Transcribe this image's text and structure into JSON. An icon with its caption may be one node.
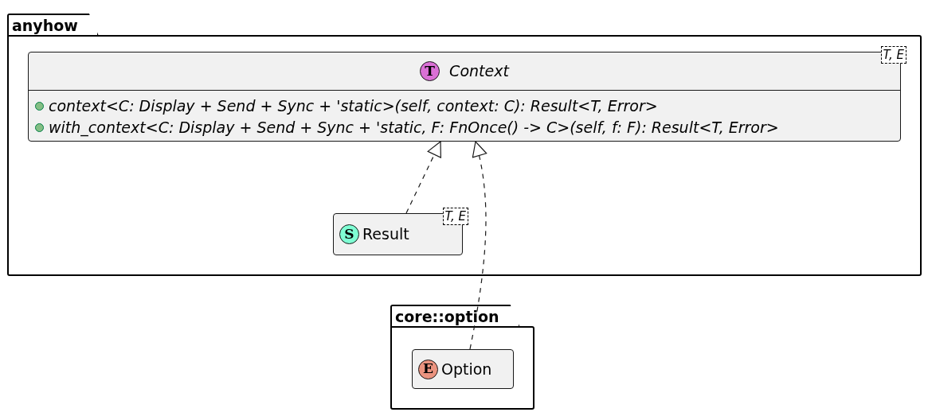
{
  "diagram": {
    "nodes": [
      {
        "text": [
          "anyhow"
        ]
      },
      {
        "text": [
          "T",
          "Context",
          "T, E",
          "context<C: Display + Send + Sync + 'static>(self, context: C): Result<T, Error>",
          "with_context<C: Display + Send + Sync + 'static, F: FnOnce() -> C>(self, f: F): Result<T, Error>"
        ],
        "in": 0
      },
      {
        "text": [
          "S",
          "Result",
          "T, E"
        ],
        "in": 0
      },
      {
        "text": [
          "core::option"
        ]
      },
      {
        "text": [
          "E",
          "Option"
        ],
        "in": 3
      }
    ],
    "edges": [
      {
        "from": 2,
        "to": 1,
        "arrow": "to",
        "style": "dashed"
      },
      {
        "from": 4,
        "to": 1,
        "arrow": "to",
        "style": "dashed"
      }
    ]
  }
}
